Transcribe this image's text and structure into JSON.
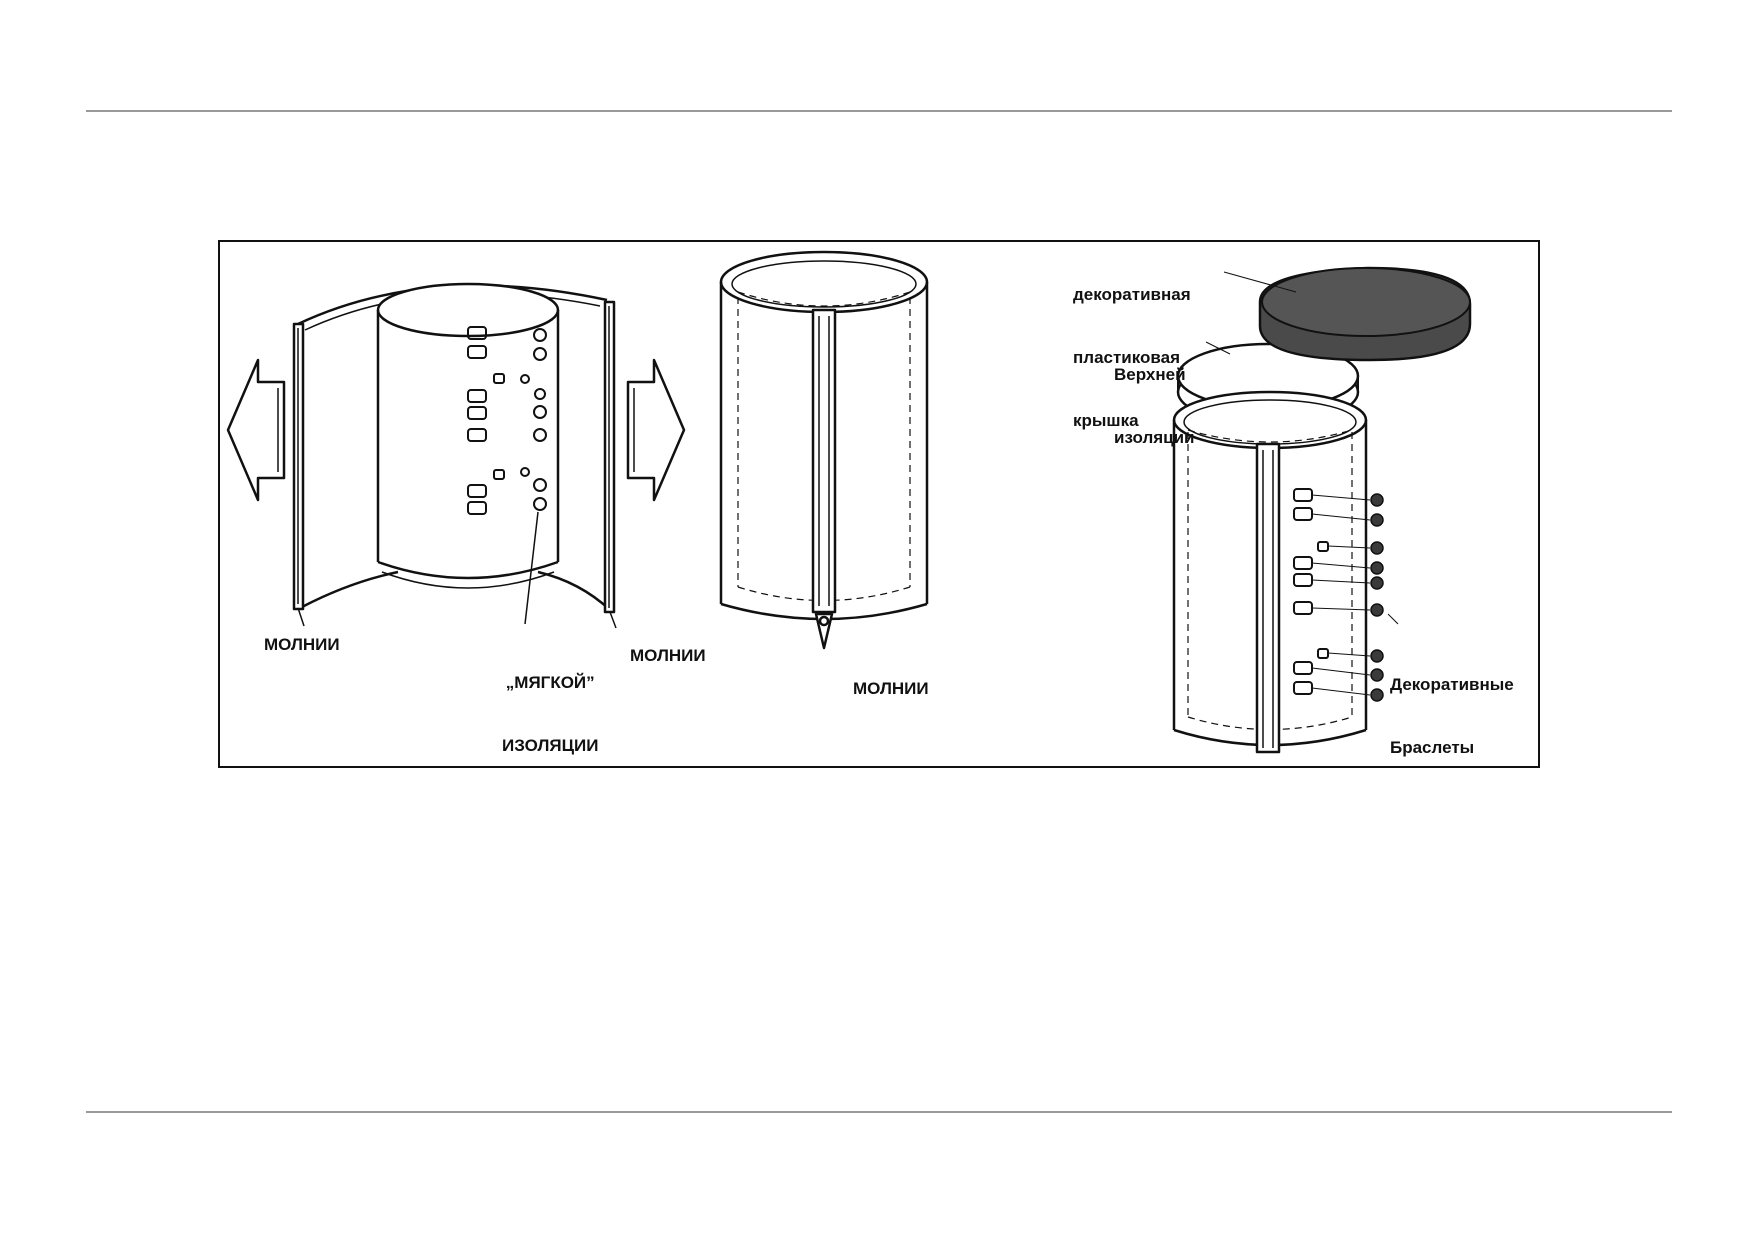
{
  "diagram": {
    "label_zipper_left": "МОЛНИИ",
    "label_soft_insulation_line1": "„МЯГКОЙ”",
    "label_soft_insulation_line2": "ИЗОЛЯЦИИ",
    "label_zipper_right": "МОЛНИИ",
    "label_zipper_middle": "МОЛНИИ",
    "label_cover_line1": "декоративная",
    "label_cover_line2": "пластиковая",
    "label_cover_line3": "крышка",
    "label_top_insulation_line1": "Верхней",
    "label_top_insulation_line2": "изоляции",
    "label_bracelets_line1": "Декоративные",
    "label_bracelets_line2": "Браслеты",
    "cover_color": "#4a4a4a"
  }
}
